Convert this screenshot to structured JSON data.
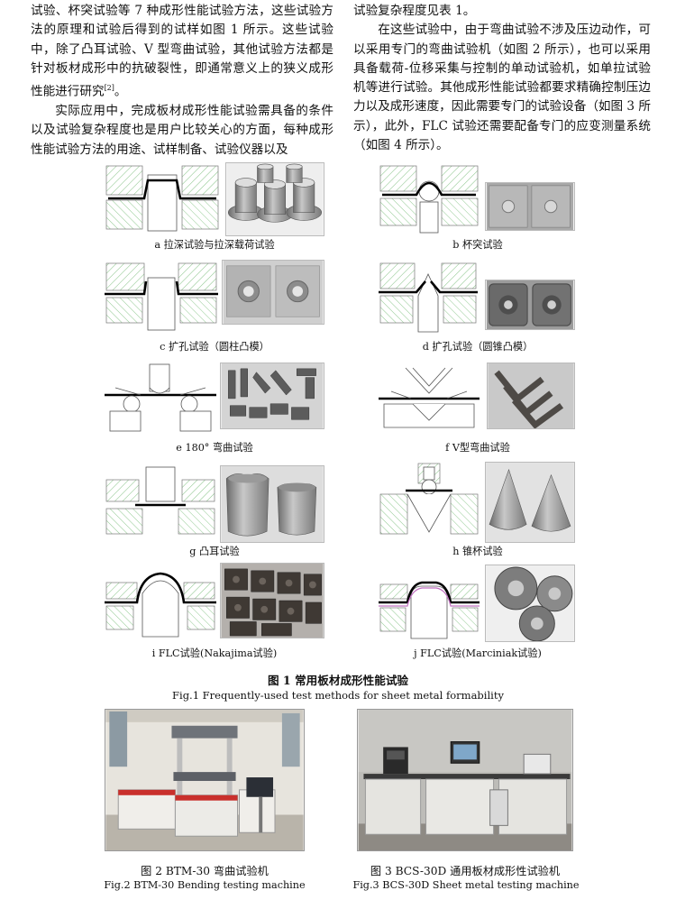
{
  "text": {
    "left_col_p1": "试验、杯突试验等 7 种成形性能试验方法，这些试验方法的原理和试验后得到的试样如图 1 所示。这些试验中，除了凸耳试验、V 型弯曲试验，其他试验方法都是针对板材成形中的抗破裂性，即通常意义上的狭义成形性能进行研究",
    "left_col_p1_ref": "[2]",
    "left_col_p1_end": "。",
    "left_col_p2": "实际应用中，完成板材成形性能试验需具备的条件以及试验复杂程度也是用户比较关心的方面，每种成形性能试验方法的用途、试样制备、试验仪器以及",
    "right_col_p1": "试验复杂程度见表 1。",
    "right_col_p2": "在这些试验中，由于弯曲试验不涉及压边动作，可以采用专门的弯曲试验机（如图 2 所示），也可以采用具备载荷-位移采集与控制的单动试验机，如单拉试验机等进行试验。其他成形性能试验都要求精确控制压边力以及成形速度，因此需要专门的试验设备（如图 3 所示），此外，FLC 试验还需要配备专门的应变测量系统（如图 4 所示）。"
  },
  "figure1": {
    "panels": [
      {
        "caption": "a  拉深试验与拉深载荷试验"
      },
      {
        "caption": "b  杯突试验"
      },
      {
        "caption": "c  扩孔试验（圆柱凸模）"
      },
      {
        "caption": "d  扩孔试验（圆锥凸模）"
      },
      {
        "caption": "e  180°  弯曲试验"
      },
      {
        "caption": "f  V型弯曲试验"
      },
      {
        "caption": "g  凸耳试验"
      },
      {
        "caption": "h  锥杯试验"
      },
      {
        "caption": "i  FLC试验(Nakajima试验)"
      },
      {
        "caption": "j  FLC试验(Marciniak试验)"
      }
    ],
    "caption_cn": "图 1    常用板材成形性能试验",
    "caption_en": "Fig.1  Frequently-used test methods for sheet metal formability"
  },
  "figure2": {
    "caption_cn": "图 2    BTM-30 弯曲试验机",
    "caption_en": "Fig.2 BTM-30 Bending testing machine"
  },
  "figure3": {
    "caption_cn": "图 3    BCS-30D 通用板材成形性试验机",
    "caption_en": "Fig.3 BCS-30D Sheet metal testing machine"
  },
  "colors": {
    "die_hatch": "#7fbf7f",
    "sheet": "#000000",
    "photo_metal": "#9a9a9a",
    "photo_dark": "#3a3530"
  }
}
